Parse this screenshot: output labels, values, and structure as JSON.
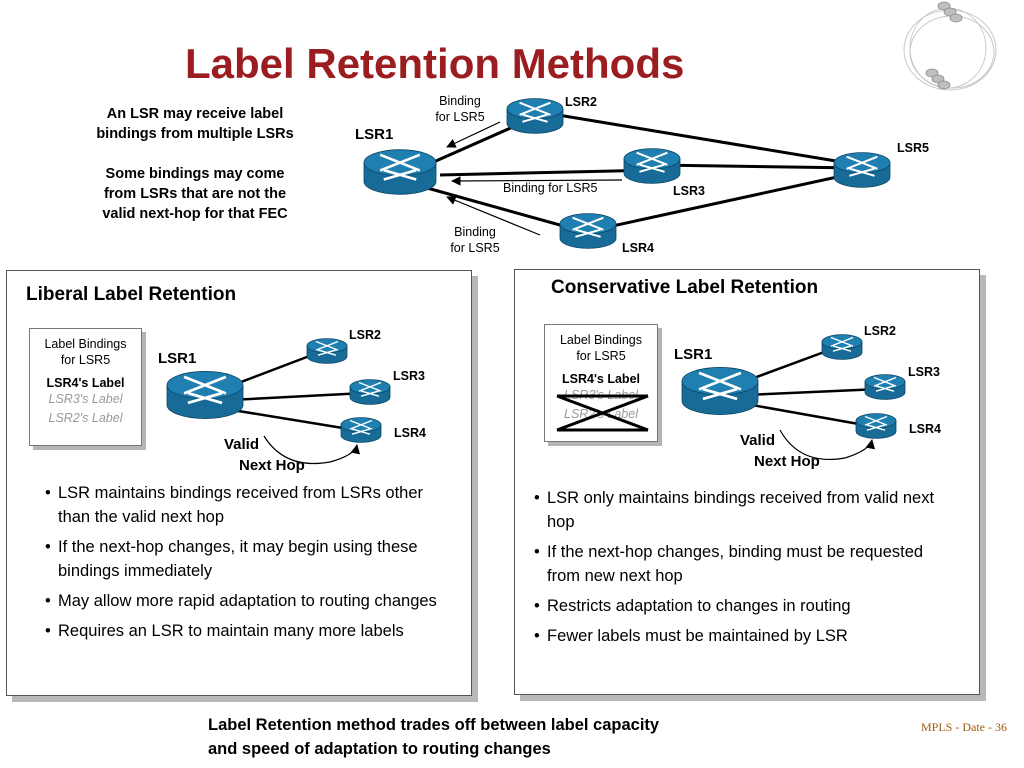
{
  "title": "Label Retention Methods",
  "intro": {
    "line1a": "An LSR may receive label",
    "line1b": "bindings from multiple LSRs",
    "line2a": "Some bindings may come",
    "line2b": "from LSRs that are not the",
    "line2c": "valid next-hop for that FEC"
  },
  "top_diagram": {
    "routers": [
      "LSR1",
      "LSR2",
      "LSR3",
      "LSR4",
      "LSR5"
    ],
    "binding_a": "Binding",
    "binding_b": "for LSR5",
    "binding_mid": "Binding for LSR5"
  },
  "liberal": {
    "title": "Liberal Label Retention",
    "box_title_a": "Label Bindings",
    "box_title_b": "for LSR5",
    "labels": [
      "LSR4's Label",
      "LSR3's Label",
      "LSR2's Label"
    ],
    "routers": [
      "LSR1",
      "LSR2",
      "LSR3",
      "LSR4"
    ],
    "valid_a": "Valid",
    "valid_b": "Next Hop",
    "bullets": [
      "LSR maintains bindings received from LSRs other than the valid next hop",
      "If the next-hop changes, it may begin using these bindings immediately",
      "May allow more rapid adaptation to routing changes",
      "Requires an LSR to maintain many more labels"
    ]
  },
  "conservative": {
    "title": "Conservative Label Retention",
    "box_title_a": "Label Bindings",
    "box_title_b": "for LSR5",
    "labels": [
      "LSR4's Label",
      "LSR3's Label",
      "LSR2's Label"
    ],
    "routers": [
      "LSR1",
      "LSR2",
      "LSR3",
      "LSR4"
    ],
    "valid_a": "Valid",
    "valid_b": "Next Hop",
    "bullets": [
      "LSR only maintains bindings received from valid next hop",
      "If the next-hop changes, binding must be requested from new next hop",
      "Restricts adaptation to changes in routing",
      "Fewer labels must be maintained by LSR"
    ]
  },
  "footer": {
    "line1": "Label Retention method trades off between label capacity",
    "line2": "and speed of adaptation to routing changes"
  },
  "page_number": "MPLS  - Date - 36",
  "colors": {
    "title": "#9b1d20",
    "router": "#1f7fb0",
    "page_number": "#a05a10"
  }
}
